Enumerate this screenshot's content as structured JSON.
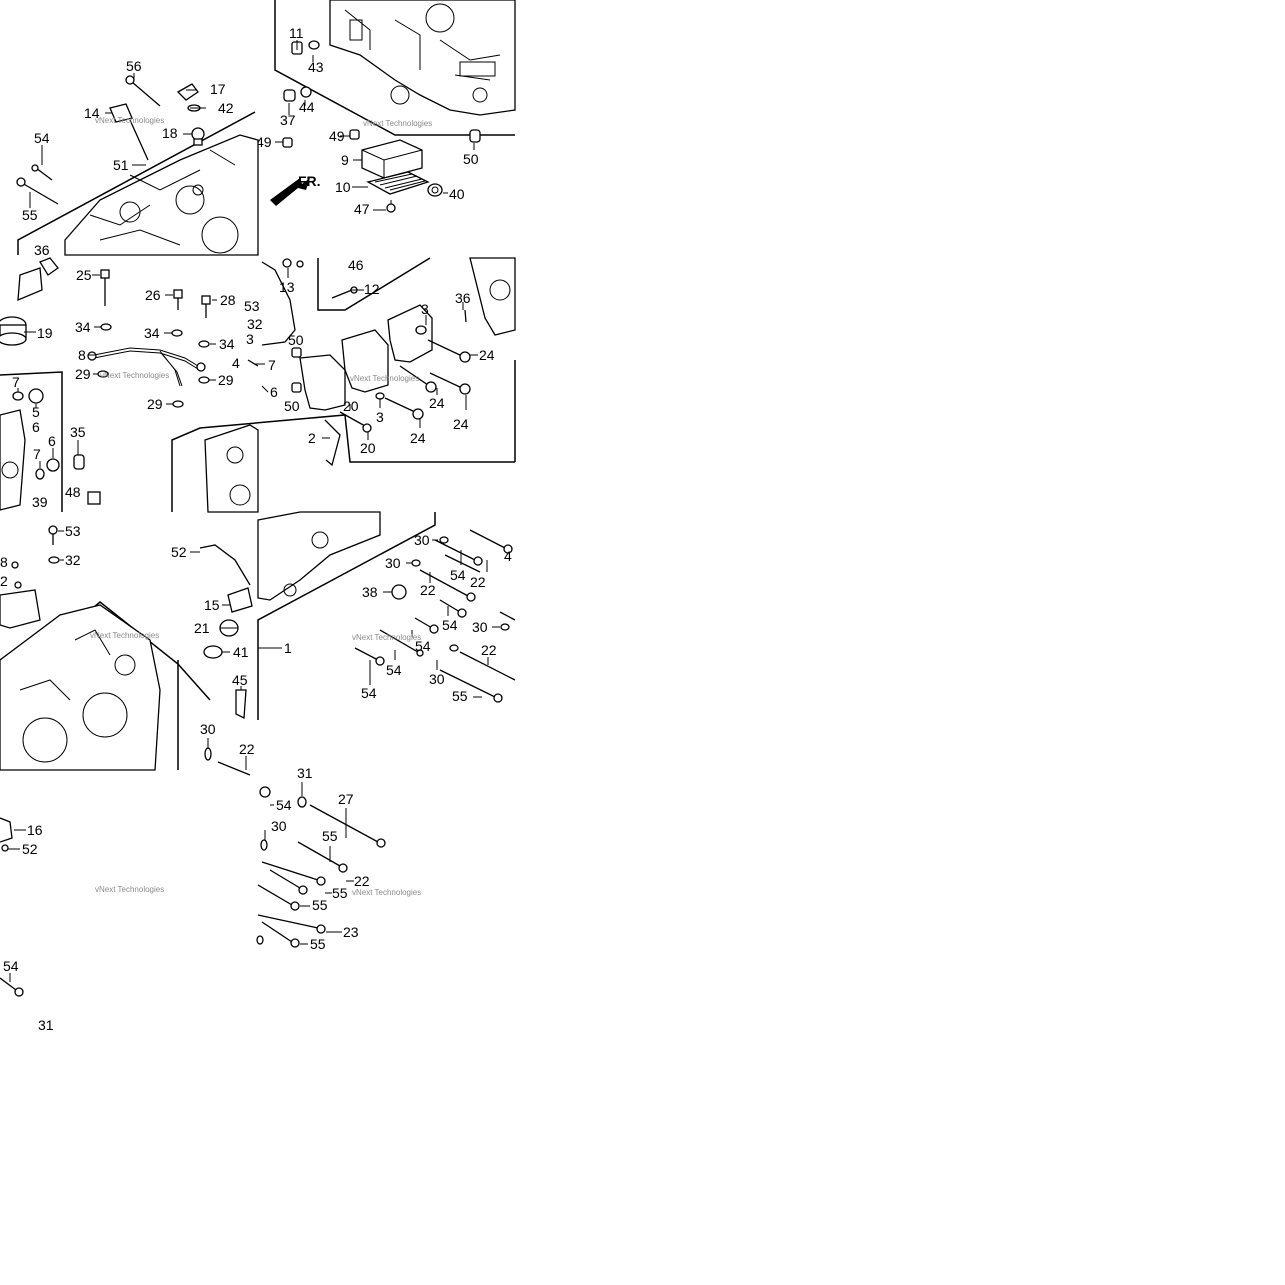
{
  "watermark": "vNext Technologies",
  "orientation_label": "FR.",
  "callouts": {
    "c1": "11",
    "c2": "43",
    "c3": "44",
    "c4": "37",
    "c5": "49",
    "c6": "49",
    "c7": "9",
    "c8": "10",
    "c9": "47",
    "c10": "40",
    "c11": "50",
    "c12": "56",
    "c13": "17",
    "c14": "14",
    "c15": "42",
    "c16": "18",
    "c17": "54",
    "c18": "51",
    "c19": "55",
    "c20": "36",
    "c21": "25",
    "c22": "26",
    "c23": "28",
    "c24": "19",
    "c25": "34",
    "c26": "34",
    "c27": "34",
    "c28": "8",
    "c29": "29",
    "c30": "29",
    "c31": "29",
    "c32": "13",
    "c33": "46",
    "c34": "12",
    "c35": "53",
    "c36": "32",
    "c37": "3",
    "c38": "50",
    "c39": "4",
    "c40": "7",
    "c41": "6",
    "c42": "50",
    "c43": "20",
    "c44": "3",
    "c45": "36",
    "c46": "24",
    "c47": "24",
    "c48": "24",
    "c49": "24",
    "c50": "3",
    "c51": "2",
    "c52": "20",
    "c53": "7",
    "c54": "5",
    "c55": "6",
    "c56": "6",
    "c57": "7",
    "c58": "35",
    "c59": "39",
    "c60": "48",
    "c61": "53",
    "c62": "32",
    "c63": "52",
    "c64": "15",
    "c65": "21",
    "c66": "41",
    "c67": "1",
    "c68": "45",
    "c69": "30",
    "c70": "22",
    "c71": "30",
    "c72": "54",
    "c73": "22",
    "c74": "30",
    "c75": "38",
    "c76": "22",
    "c77": "54",
    "c78": "30",
    "c79": "54",
    "c80": "54",
    "c81": "22",
    "c82": "30",
    "c83": "54",
    "c84": "55",
    "c85": "16",
    "c86": "52",
    "c87": "31",
    "c88": "54",
    "c89": "27",
    "c90": "30",
    "c91": "55",
    "c92": "22",
    "c93": "55",
    "c94": "55",
    "c95": "23",
    "c96": "55",
    "c97": "54",
    "c98": "31",
    "c99": "4",
    "c100": "2",
    "c101": "8"
  }
}
